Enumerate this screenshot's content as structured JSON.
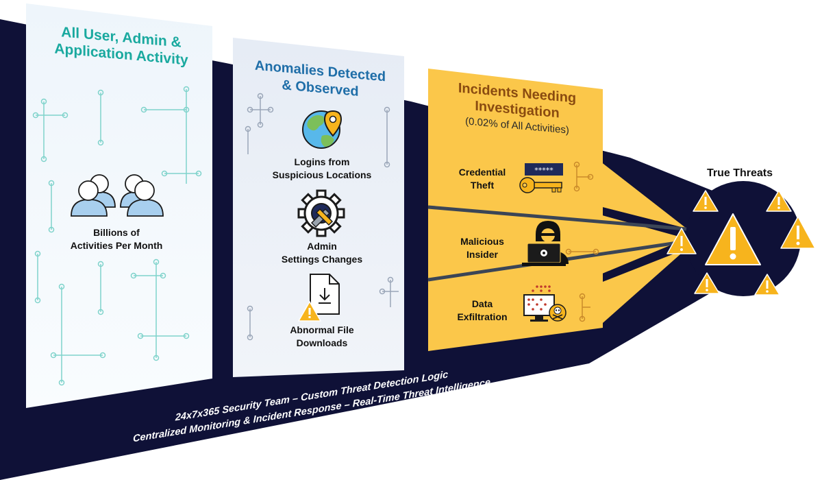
{
  "colors": {
    "navy": "#0f1137",
    "teal": "#1aa99f",
    "blue": "#1f6ea8",
    "brown": "#8a4b10",
    "gold": "#fbc74a",
    "alert": "#f7b41d"
  },
  "panels": {
    "activity": {
      "title_line1": "All User, Admin &",
      "title_line2": "Application Activity",
      "caption_line1": "Billions of",
      "caption_line2": "Activities Per Month",
      "icon": "users-group-icon"
    },
    "anomalies": {
      "title_line1": "Anomalies Detected",
      "title_line2": "& Observed",
      "items": [
        {
          "icon": "globe-location-icon",
          "line1": "Logins from",
          "line2": "Suspicious Locations"
        },
        {
          "icon": "gear-settings-icon",
          "line1": "Admin",
          "line2": "Settings Changes"
        },
        {
          "icon": "file-download-warning-icon",
          "line1": "Abnormal File",
          "line2": "Downloads"
        }
      ]
    },
    "incidents": {
      "title_line1": "Incidents Needing",
      "title_line2": "Investigation",
      "subtitle": "(0.02% of All Activities)",
      "items": [
        {
          "icon": "password-key-icon",
          "line1": "Credential",
          "line2": "Theft"
        },
        {
          "icon": "hacker-laptop-icon",
          "line1": "Malicious",
          "line2": "Insider"
        },
        {
          "icon": "data-skull-monitor-icon",
          "line1": "Data",
          "line2": "Exfiltration"
        }
      ]
    }
  },
  "threats": {
    "label": "True Threats",
    "icon": "warning-triangle-icon"
  },
  "banner": {
    "line1": "24x7x365 Security Team – Custom Threat Detection Logic",
    "line2": "Centralized Monitoring & Incident Response – Real-Time Threat Intelligence"
  }
}
